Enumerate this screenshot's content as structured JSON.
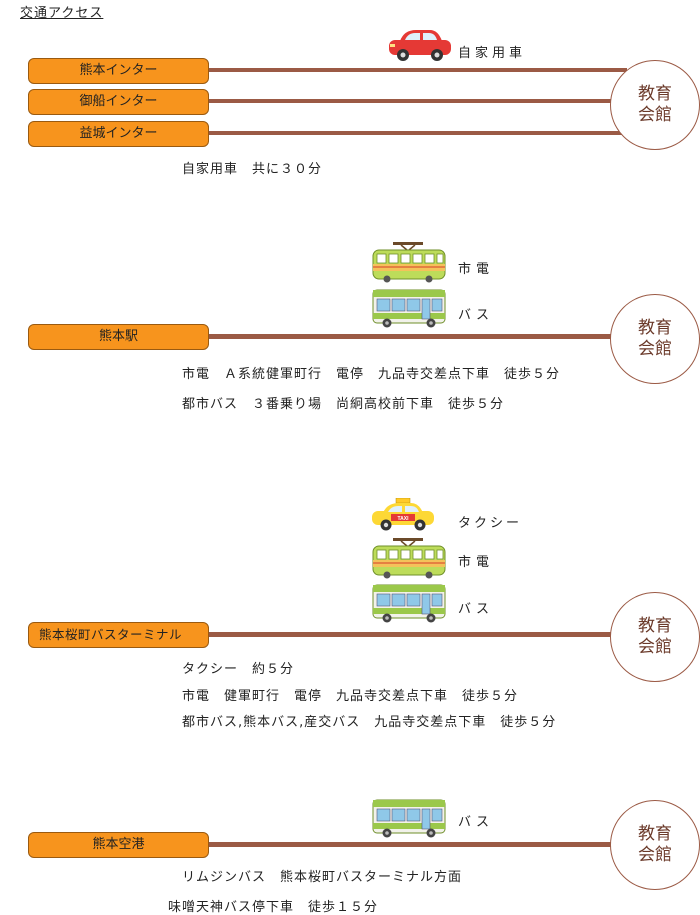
{
  "heading": "交通アクセス",
  "destination": "教育\n会館",
  "icons": {
    "car": "red-car-icon",
    "tram": "green-tram-icon",
    "bus": "green-bus-icon",
    "taxi": "yellow-taxi-icon",
    "taxi_sign": "TAXI"
  },
  "colors": {
    "origin_fill": "#f7941d",
    "line": "#9b5a45",
    "dest_text": "#6b3a2a"
  },
  "sections": [
    {
      "origins": [
        "熊本インター",
        "御船インター",
        "益城インター"
      ],
      "vehicles": [
        {
          "label": "自家用車"
        }
      ],
      "notes": [
        "自家用車　共に３０分"
      ]
    },
    {
      "origins": [
        "熊本駅"
      ],
      "vehicles": [
        {
          "label": "市電"
        },
        {
          "label": "バス"
        }
      ],
      "notes": [
        "市電　Ａ系統健軍町行　電停　九品寺交差点下車　徒歩５分",
        "都市バス　３番乗り場　尚絅高校前下車　徒歩５分"
      ]
    },
    {
      "origins": [
        "熊本桜町バスターミナル"
      ],
      "vehicles": [
        {
          "label": "タクシー"
        },
        {
          "label": "市電"
        },
        {
          "label": "バス"
        }
      ],
      "notes": [
        "タクシー　約５分",
        "市電　健軍町行　電停　九品寺交差点下車　徒歩５分",
        "都市バス,熊本バス,産交バス　九品寺交差点下車　徒歩５分"
      ]
    },
    {
      "origins": [
        "熊本空港"
      ],
      "vehicles": [
        {
          "label": "バス"
        }
      ],
      "notes": [
        "リムジンバス　熊本桜町バスターミナル方面",
        "味噌天神バス停下車　徒歩１５分"
      ]
    }
  ]
}
